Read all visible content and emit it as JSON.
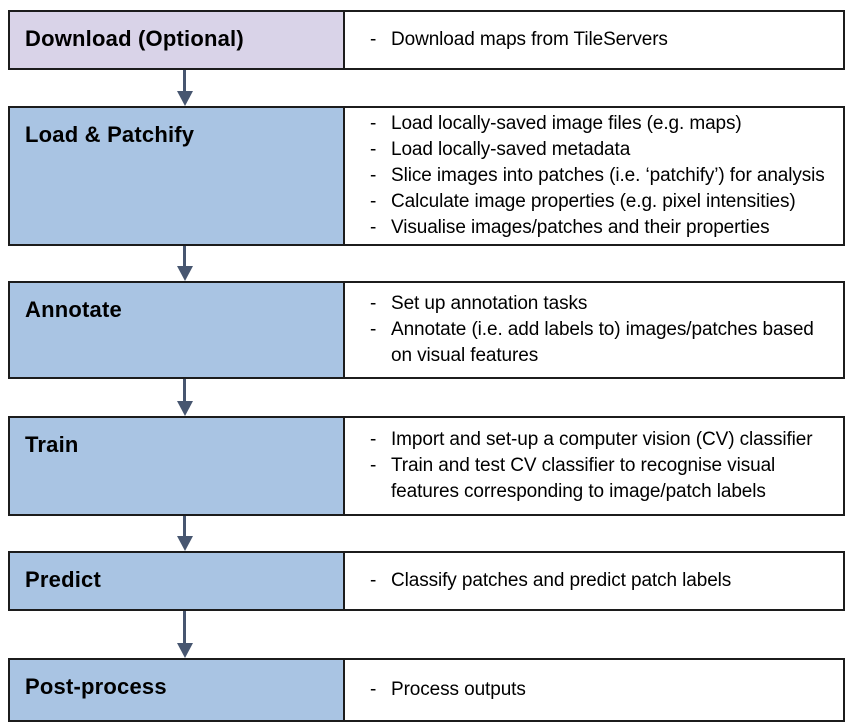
{
  "colors": {
    "optional_fill": "#d9d3e8",
    "stage_fill": "#a9c4e3",
    "border": "#1c1c1c",
    "arrow": "#475670",
    "background": "#ffffff",
    "text": "#000000"
  },
  "bullet_marker": "-",
  "rows": [
    {
      "label": "Download (Optional)",
      "bullets": [
        "Download maps from TileServers"
      ]
    },
    {
      "label": "Load & Patchify",
      "bullets": [
        "Load locally-saved image files (e.g. maps)",
        "Load locally-saved metadata",
        "Slice images into patches (i.e. ‘patchify’) for analysis",
        "Calculate image properties (e.g. pixel intensities)",
        "Visualise images/patches and their properties"
      ]
    },
    {
      "label": "Annotate",
      "bullets": [
        "Set up annotation tasks",
        "Annotate (i.e. add labels to) images/patches based on visual features"
      ]
    },
    {
      "label": "Train",
      "bullets": [
        "Import and set-up a computer vision (CV) classifier",
        "Train and test CV classifier to recognise visual features corresponding to image/patch labels"
      ]
    },
    {
      "label": "Predict",
      "bullets": [
        "Classify patches and predict patch labels"
      ]
    },
    {
      "label": "Post-process",
      "bullets": [
        "Process outputs"
      ]
    }
  ]
}
